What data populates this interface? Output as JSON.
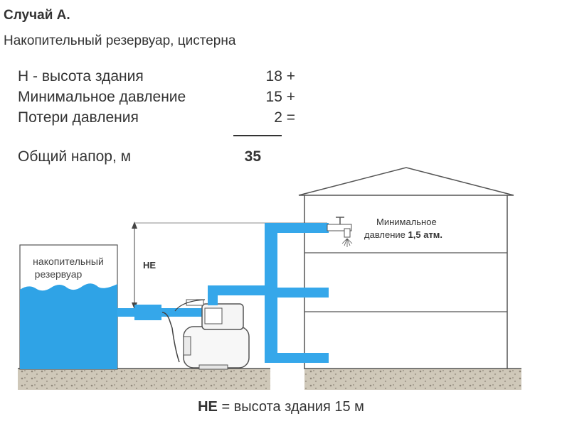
{
  "header": {
    "title": "Случай А.",
    "subtitle": "Накопительный резервуар, цистерна"
  },
  "calculation": {
    "rows": [
      {
        "label": "Н - высота здания",
        "value": "18 +"
      },
      {
        "label": "Минимальное давление",
        "value": "15 +"
      },
      {
        "label": "Потери давления",
        "value": "2 ="
      }
    ],
    "total": {
      "label": "Общий напор, м",
      "value": "35"
    }
  },
  "diagram": {
    "tank_label_line1": "накопительный",
    "tank_label_line2": "резервуар",
    "height_label": "НЕ",
    "pressure_note_line1": "Минимальное",
    "pressure_note_line2_prefix": "давление ",
    "pressure_note_line2_value": "1,5 атм."
  },
  "caption": {
    "bold_part": "НЕ",
    "rest": " = высота здания 15 м"
  },
  "colors": {
    "water": "#2fa3e6",
    "pipe": "#35a7ea",
    "ground": "#c9c2b3",
    "lines": "#555555"
  }
}
